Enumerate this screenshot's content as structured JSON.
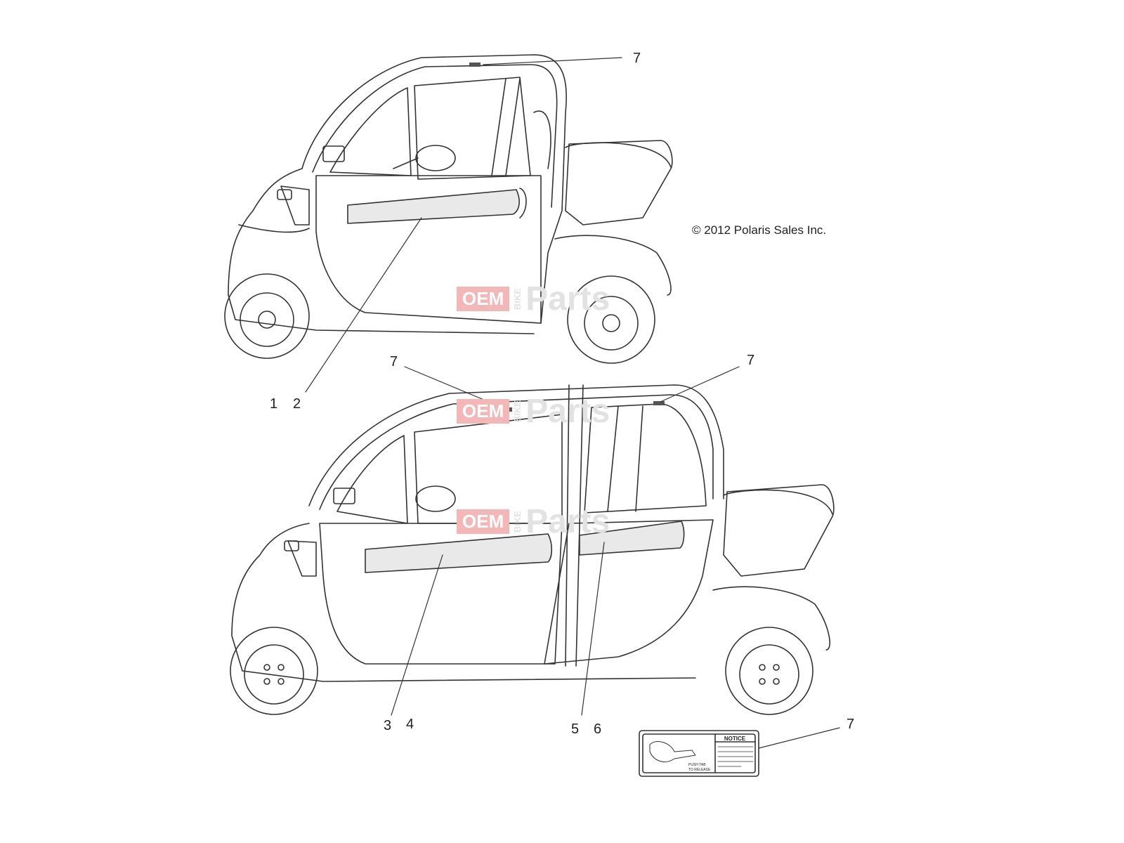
{
  "copyright": "© 2012 Polaris Sales Inc.",
  "watermark": {
    "box_text": "OEM",
    "side_text": "BIKE",
    "main_text": "Parts",
    "box_color": "#f3b7b7",
    "text_color": "#e2e2e2"
  },
  "callouts": {
    "top_label_7": "7",
    "top_label_1": "1",
    "top_label_2": "2",
    "bottom_label_7a": "7",
    "bottom_label_7b": "7",
    "bottom_label_3": "3",
    "bottom_label_4": "4",
    "bottom_label_5": "5",
    "bottom_label_6": "6",
    "notice_label_7": "7"
  },
  "notice_label": {
    "title": "NOTICE",
    "push_tab": "PUSH TAB",
    "to_release": "TO RELEASE"
  },
  "line_color": "#333333"
}
